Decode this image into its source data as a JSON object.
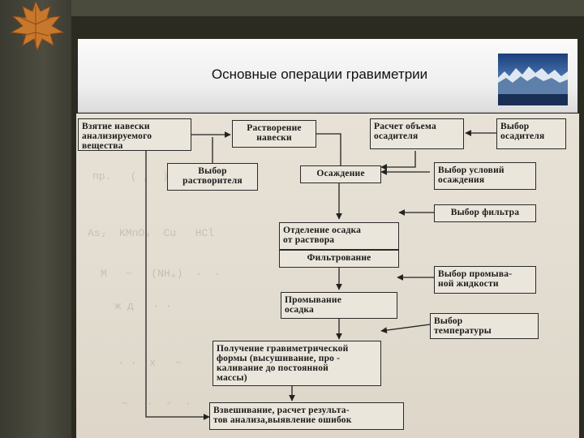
{
  "slide": {
    "title": "Основные операции гравиметрии"
  },
  "boxes": {
    "b1": "Взятие навески\nанализируемого\nвещества",
    "b2": "Растворение\nнавески",
    "b3": "Расчет объема\nосадителя",
    "b4": "Выбор\nосадителя",
    "b5": "Выбор\nрастворителя",
    "b6": "Осаждение",
    "b7": "Выбор условий\nосаждения",
    "b8": "Выбор фильтра",
    "b9": "Отделение осадка\nот раствора",
    "b10": "Фильтрование",
    "b11": "Выбор промыва-\nной жидкости",
    "b12": "Промывание\nосадка",
    "b13": "Выбор\nтемпературы",
    "b14": "Получение гравиметрической\nформы (высушивание, про -\nкаливание до постоянной\nмассы)",
    "b15": "Взвешивание, расчет результа-\nтов анализа,выявление ошибок"
  },
  "colors": {
    "background": "#4a4a3a",
    "scan_paper": "#e5dfd4",
    "title_box": "#f4f4f4"
  }
}
